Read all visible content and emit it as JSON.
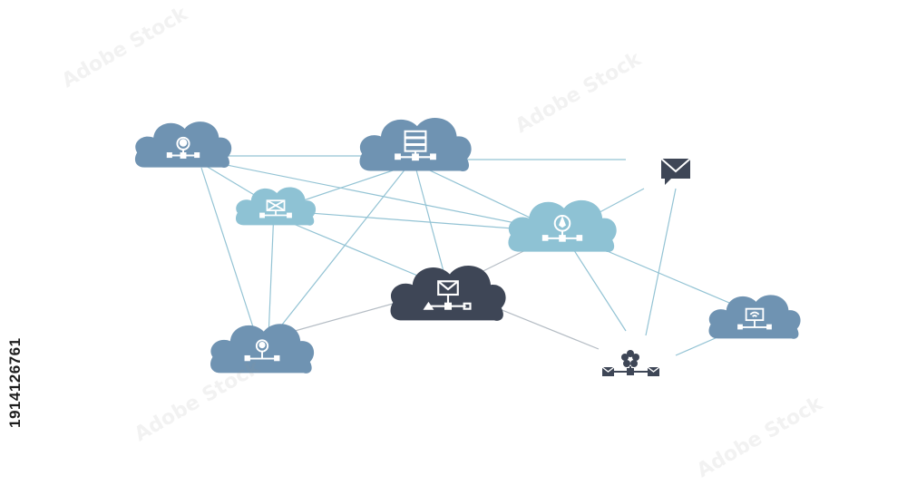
{
  "stock_id": "1914126761",
  "watermark": "Adobe Stock",
  "colors": {
    "background": "#ffffff",
    "steel_blue": "#6f93b2",
    "light_blue": "#8ec2d4",
    "dark_navy": "#3e4656",
    "line_blue": "#93c3d4",
    "line_gray": "#b4bcc4"
  },
  "nodes": [
    {
      "id": "support",
      "icon": "headset-agent-icon",
      "color": "steel_blue"
    },
    {
      "id": "server",
      "icon": "server-rack-icon",
      "color": "steel_blue"
    },
    {
      "id": "transfer",
      "icon": "envelope-transfer-icon",
      "color": "light_blue"
    },
    {
      "id": "rocket",
      "icon": "rocket-icon",
      "color": "light_blue"
    },
    {
      "id": "email-hub",
      "icon": "envelope-icon",
      "color": "dark_navy"
    },
    {
      "id": "user",
      "icon": "user-icon",
      "color": "steel_blue"
    },
    {
      "id": "wifi",
      "icon": "wifi-monitor-icon",
      "color": "steel_blue"
    },
    {
      "id": "mail-standalone",
      "icon": "mail-icon",
      "color": "dark_navy"
    },
    {
      "id": "flower-network",
      "icon": "flower-network-icon",
      "color": "dark_navy"
    }
  ]
}
